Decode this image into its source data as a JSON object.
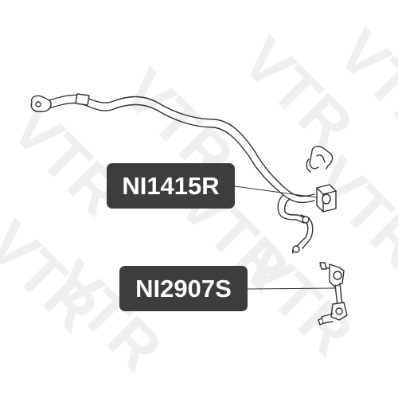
{
  "watermark": {
    "text": "VTR",
    "color": "#eeeeee"
  },
  "parts": [
    {
      "id": "stabilizer-bar",
      "part_number": "NI1415R"
    },
    {
      "id": "stabilizer-link",
      "part_number": "NI2907S"
    }
  ],
  "colors": {
    "background": "#ffffff",
    "label_bg": "#3d3d3d",
    "label_text": "#ffffff",
    "line_art": "#333333"
  }
}
